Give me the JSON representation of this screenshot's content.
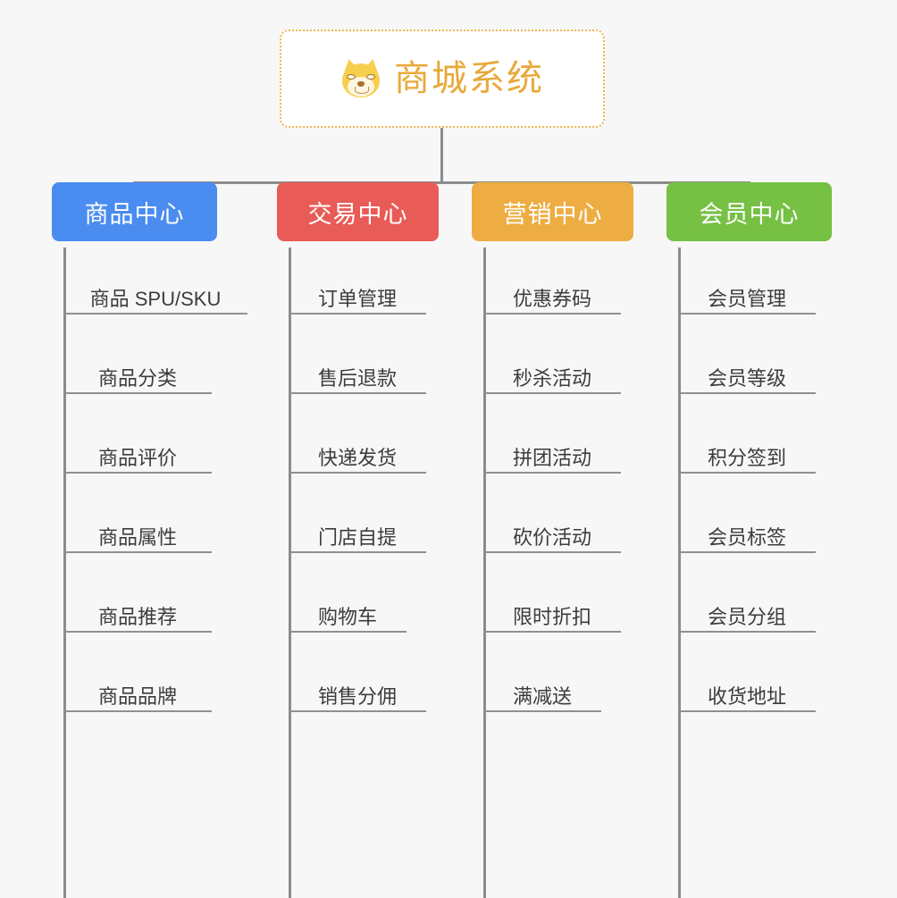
{
  "page": {
    "background_color": "#f7f7f7",
    "diagram_type": "mindmap-org-chart"
  },
  "root": {
    "title": "商城系统",
    "icon": "fox-face-icon",
    "text_color": "#e8a93a",
    "border_color": "#f0b450",
    "background_color": "#ffffff"
  },
  "connector": {
    "color": "#8c8c8c"
  },
  "branches": [
    {
      "title": "商品中心",
      "color": "#4a8cf0",
      "items": [
        "商品 SPU/SKU",
        "商品分类",
        "商品评价",
        "商品属性",
        "商品推荐",
        "商品品牌"
      ]
    },
    {
      "title": "交易中心",
      "color": "#e85b57",
      "items": [
        "订单管理",
        "售后退款",
        "快递发货",
        "门店自提",
        "购物车",
        "销售分佣"
      ]
    },
    {
      "title": "营销中心",
      "color": "#edad42",
      "items": [
        "优惠券码",
        "秒杀活动",
        "拼团活动",
        "砍价活动",
        "限时折扣",
        "满减送"
      ]
    },
    {
      "title": "会员中心",
      "color": "#76c044",
      "items": [
        "会员管理",
        "会员等级",
        "积分签到",
        "会员标签",
        "会员分组",
        "收货地址"
      ]
    }
  ]
}
